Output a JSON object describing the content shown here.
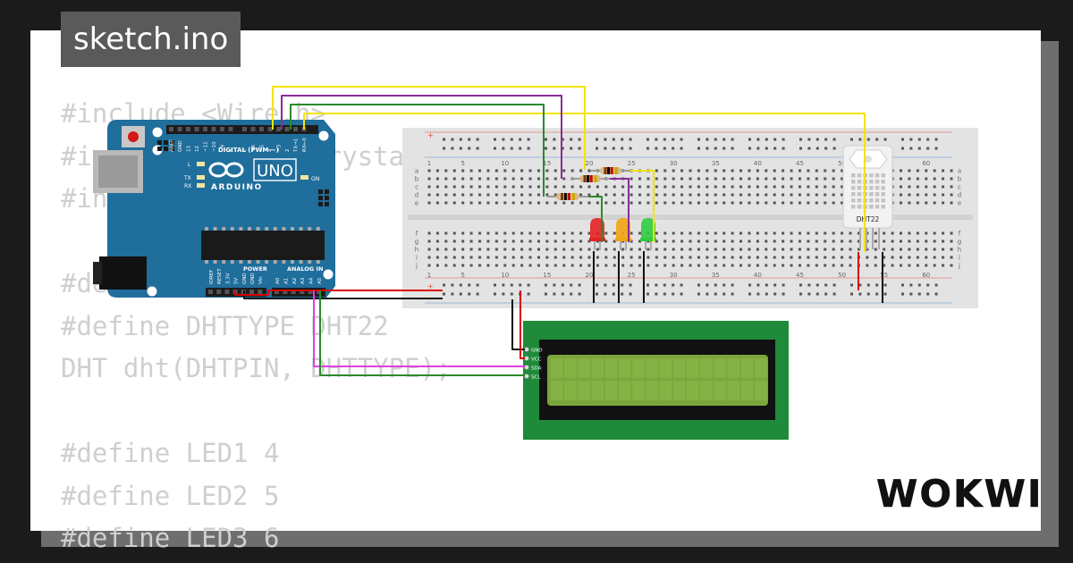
{
  "title_tag": "sketch.ino",
  "code_lines": [
    "#include <Wire.h>",
    "#include <LiquidCrystal_I2C.h>",
    "#include <DHT.h>",
    "",
    "#define DHTPIN 2",
    "#define DHTTYPE DHT22",
    "DHT dht(DHTPIN, DHTTYPE);",
    "",
    "#define LED1 4",
    "#define LED2 5",
    "#define LED3 6"
  ],
  "arduino": {
    "model": "UNO",
    "brand": "ARDUINO",
    "digital_header": "DIGITAL (PWM ~)",
    "power_label": "POWER",
    "analog_label": "ANALOG IN",
    "on_label": "ON",
    "l_label": "L",
    "tx_label": "TX",
    "rx_label": "RX",
    "digital_pins": [
      "AREF",
      "GND",
      "13",
      "12",
      "~11",
      "~10",
      "~9",
      "8",
      "7",
      "~6",
      "~5",
      "4",
      "~3",
      "2",
      "TX→1",
      "RX←0"
    ],
    "power_pins": [
      "IOREF",
      "RESET",
      "3.3V",
      "5V",
      "GND",
      "GND",
      "Vin"
    ],
    "analog_pins": [
      "A0",
      "A1",
      "A2",
      "A3",
      "A4",
      "A5"
    ]
  },
  "breadboard": {
    "top_numbers": [
      "1",
      "5",
      "10",
      "15",
      "20",
      "25",
      "30",
      "35",
      "40",
      "45",
      "50",
      "55",
      "60"
    ],
    "bottom_numbers": [
      "1",
      "5",
      "10",
      "15",
      "20",
      "25",
      "30",
      "35",
      "40",
      "45",
      "50",
      "55",
      "60"
    ],
    "row_letters_top": [
      "a",
      "b",
      "c",
      "d",
      "e"
    ],
    "row_letters_bottom": [
      "f",
      "g",
      "h",
      "i",
      "j"
    ]
  },
  "dht22": {
    "label": "DHT22"
  },
  "lcd": {
    "pins": [
      "GND",
      "VCC",
      "SDA",
      "SCL"
    ]
  },
  "logo": {
    "text": "WOKWI"
  },
  "colors": {
    "board_blue": "#1f6e9c",
    "lcd_green": "#1f8a3a",
    "lcd_screen": "#7aa63c",
    "wire_yellow": "#f4e300",
    "wire_purple": "#8a2c9a",
    "wire_green": "#2a8a2a",
    "wire_red": "#d90000",
    "wire_magenta": "#e040e0",
    "led_red": "#e32222",
    "led_yellow": "#f2a413",
    "led_green": "#2ecc40"
  }
}
